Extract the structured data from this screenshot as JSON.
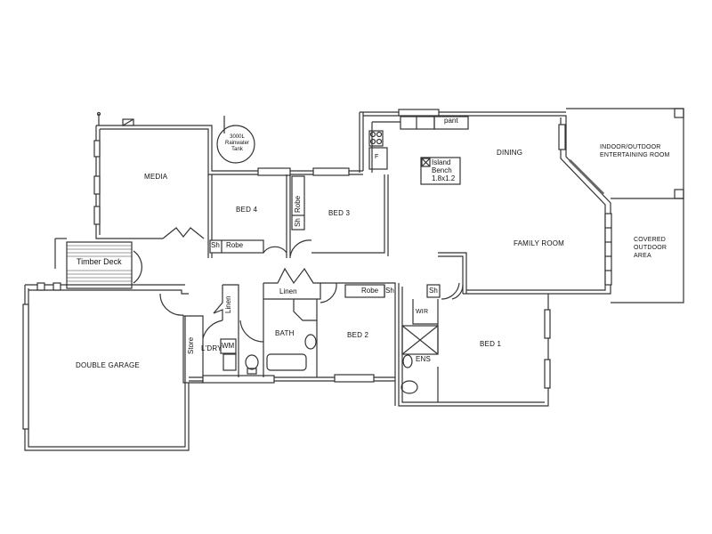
{
  "plan": {
    "type": "floor-plan",
    "colors": {
      "wall": "#333333",
      "background": "#ffffff",
      "text": "#111111"
    }
  },
  "rooms": {
    "media": "MEDIA",
    "bed4": "BED 4",
    "bed3": "BED 3",
    "bed2": "BED 2",
    "bed1": "BED 1",
    "dining": "DINING",
    "family": "FAMILY ROOM",
    "indoor_outdoor": "INDOOR/OUTDOOR\nENTERTAINING ROOM",
    "covered_outdoor": "COVERED\nOUTDOOR\nAREA",
    "garage": "DOUBLE GARAGE",
    "bath": "BATH",
    "laundry": "L'DRY",
    "ensuite": "ENS",
    "wir": "WIR",
    "store": "Store",
    "timber_deck": "Timber Deck"
  },
  "fixtures": {
    "rainwater_tank": "3000L\nRainwater\nTank",
    "pantry": "pant",
    "fridge": "F",
    "island_bench": "Island\nBench\n1.8x1.2",
    "washing_machine": "WM",
    "linen_laundry": "Linen",
    "linen_hall": "Linen",
    "bed4_shelf": "Sh",
    "bed4_robe": "Robe",
    "bed3_shelf": "Sh",
    "bed3_robe": "Robe",
    "bed2_robe": "Robe",
    "bed2_shelf": "Sh",
    "wir_shelf": "Sh"
  }
}
